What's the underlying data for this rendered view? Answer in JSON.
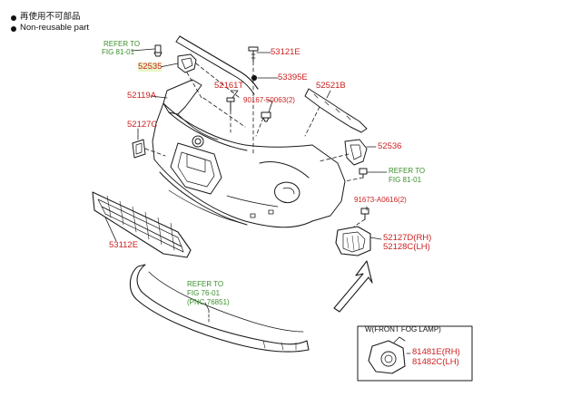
{
  "legend": {
    "reuse_note_cn": "再使用不可部品",
    "reuse_note_en": "Non-reusable part"
  },
  "colors": {
    "part_label": "#cc1f1f",
    "reference_label": "#3a8f2a",
    "highlight": "#e8f6c8",
    "line": "#1a1a1a"
  },
  "callouts": {
    "refer_top_1": "REFER TO",
    "refer_top_2": "FIG 81-01",
    "p52535": "52535",
    "p53121e": "53121E",
    "p53395e": "53395E",
    "p52161t": "52161T",
    "p52119a": "52119A",
    "p90167": "90167-50063(2)",
    "p52521b": "52521B",
    "p52127c": "52127C",
    "p52536": "52536",
    "refer_right_1": "REFER TO",
    "refer_right_2": "FIG 81-01",
    "p91673": "91673-A0616(2)",
    "p52127d": "52127D(RH)",
    "p52128c": "52128C(LH)",
    "p53112e": "53112E",
    "refer_bottom_1": "REFER TO",
    "refer_bottom_2": "FIG 76-01",
    "refer_bottom_3": "(PNC 76851)"
  },
  "fog_lamp_box": {
    "title": "W(FRONT FOG LAMP)",
    "p81481e": "81481E(RH)",
    "p81482c": "81482C(LH)"
  }
}
